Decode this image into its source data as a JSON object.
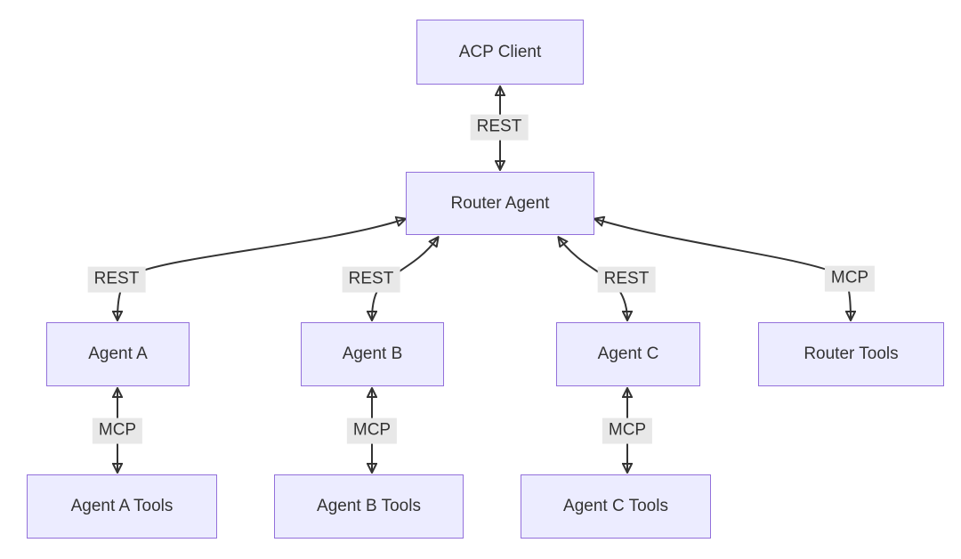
{
  "diagram": {
    "type": "flowchart-top-down",
    "colors": {
      "background": "#ffffff",
      "node_fill": "#ECECFF",
      "node_border": "#9370DB",
      "node_text": "#333333",
      "edge_line": "#333333",
      "edge_label_bg": "#e8e8e8",
      "edge_label_text": "#333333"
    },
    "nodes": {
      "acp_client": {
        "label": "ACP Client"
      },
      "router_agent": {
        "label": "Router Agent"
      },
      "agent_a": {
        "label": "Agent A"
      },
      "agent_b": {
        "label": "Agent B"
      },
      "agent_c": {
        "label": "Agent C"
      },
      "router_tools": {
        "label": "Router Tools"
      },
      "agent_a_tools": {
        "label": "Agent A Tools"
      },
      "agent_b_tools": {
        "label": "Agent B Tools"
      },
      "agent_c_tools": {
        "label": "Agent C Tools"
      }
    },
    "edges": [
      {
        "from": "ACP Client",
        "to": "Router Agent",
        "label": "REST",
        "direction": "bidirectional"
      },
      {
        "from": "Router Agent",
        "to": "Agent A",
        "label": "REST",
        "direction": "bidirectional"
      },
      {
        "from": "Router Agent",
        "to": "Agent B",
        "label": "REST",
        "direction": "bidirectional"
      },
      {
        "from": "Router Agent",
        "to": "Agent C",
        "label": "REST",
        "direction": "bidirectional"
      },
      {
        "from": "Router Agent",
        "to": "Router Tools",
        "label": "MCP",
        "direction": "bidirectional"
      },
      {
        "from": "Agent A",
        "to": "Agent A Tools",
        "label": "MCP",
        "direction": "bidirectional"
      },
      {
        "from": "Agent B",
        "to": "Agent B Tools",
        "label": "MCP",
        "direction": "bidirectional"
      },
      {
        "from": "Agent C",
        "to": "Agent C Tools",
        "label": "MCP",
        "direction": "bidirectional"
      }
    ]
  }
}
